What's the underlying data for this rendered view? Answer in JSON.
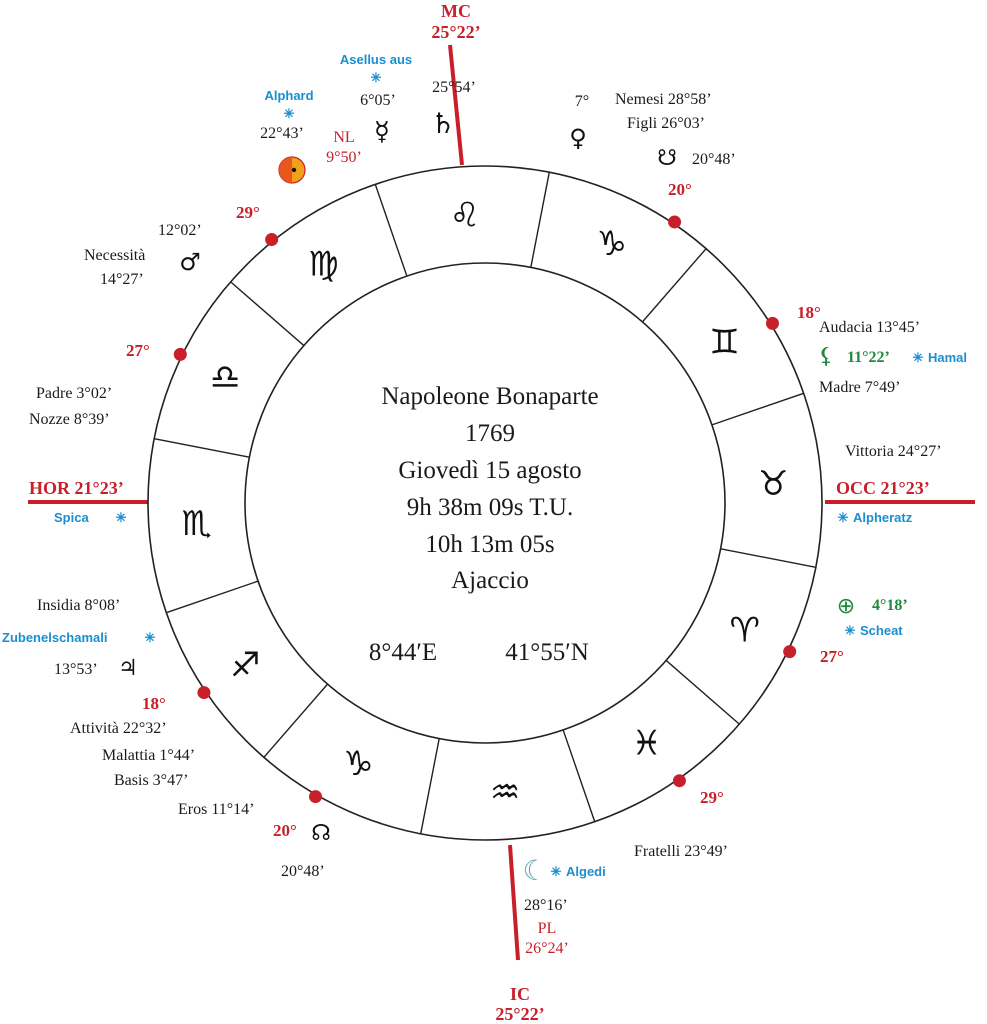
{
  "center": {
    "name": "Napoleone Bonaparte",
    "year": "1769",
    "date": "Giovedì  15  agosto",
    "time_ut": "9h 38m 09s T.U.",
    "time_local": "10h 13m 05s",
    "place": "Ajaccio",
    "longitude": "8°44′E",
    "latitude": "41°55′N"
  },
  "axes": {
    "mc": {
      "label": "MC",
      "degree": "25°22’"
    },
    "ic": {
      "label": "IC",
      "degree": "25°22’"
    },
    "hor": "HOR 21°23’",
    "occ": "OCC 21°23’"
  },
  "signs": [
    {
      "name": "capricorn-mc",
      "glyph": "♑"
    },
    {
      "name": "gemini",
      "glyph": "♊"
    },
    {
      "name": "taurus",
      "glyph": "♉"
    },
    {
      "name": "aries",
      "glyph": "♈"
    },
    {
      "name": "pisces",
      "glyph": "♓"
    },
    {
      "name": "aquarius",
      "glyph": "♒"
    },
    {
      "name": "capricorn",
      "glyph": "♑"
    },
    {
      "name": "sagittarius",
      "glyph": "♐"
    },
    {
      "name": "scorpio",
      "glyph": "♏"
    },
    {
      "name": "libra",
      "glyph": "♎"
    },
    {
      "name": "virgo",
      "glyph": "♍"
    },
    {
      "name": "leo",
      "glyph": "♌"
    }
  ],
  "cusps": {
    "top_right": "20°",
    "right_upper": "18°",
    "right_lower": "27°",
    "bottom_right": "29°",
    "bottom_left": "20°",
    "left_lower": "18°",
    "left_upper": "27°",
    "top_left": "29°"
  },
  "stars": {
    "asellus": "Asellus aus",
    "alphard": "Alphard",
    "hamal": "Hamal",
    "alpheratz": "Alpheratz",
    "scheat": "Scheat",
    "algedi": "Algedi",
    "zubenelschamali": "Zubenelschamali",
    "spica": "Spica"
  },
  "labels": {
    "mercury_deg": "6°05’",
    "saturn_deg": "25°54’",
    "alphard_deg": "22°43’",
    "nl_label": "NL",
    "nl_deg": "9°50’",
    "venus_deg": "7°",
    "nemesi": "Nemesi 28°58’",
    "figli": "Figli 26°03’",
    "south_node_deg": "20°48’",
    "mars_deg": "12°02’",
    "necessita": "Necessità",
    "necessita_deg": "14°27’",
    "audacia": "Audacia 13°45’",
    "lilith_deg": "11°22’",
    "madre": "Madre  7°49’",
    "padre": "Padre 3°02’",
    "nozze": "Nozze 8°39’",
    "vittoria": "Vittoria  24°27’",
    "earth_deg": "4°18’",
    "insidia": "Insidia 8°08’",
    "jupiter_deg": "13°53’",
    "attivita": "Attività 22°32’",
    "malattia": "Malattia 1°44’",
    "basis": "Basis 3°47’",
    "eros": "Eros 11°14’",
    "north_node_deg": "20°48’",
    "fratelli": "Fratelli 23°49’",
    "moon_deg": "28°16’",
    "pl_label": "PL",
    "pl_deg": "26°24’"
  },
  "planet_glyphs": {
    "mercury": "☿",
    "saturn": "♄",
    "venus": "♀",
    "south_node": "☋",
    "mars": "♂",
    "lilith": "⚸",
    "earth": "⊕",
    "jupiter": "♃",
    "north_node": "☊",
    "moon": "☾",
    "star_symbol": "✳"
  },
  "colors": {
    "axis_red": "#c8202a",
    "star_blue": "#1a8fcf",
    "green": "#1f8a3c",
    "sun_orange": "#f2a01a"
  }
}
